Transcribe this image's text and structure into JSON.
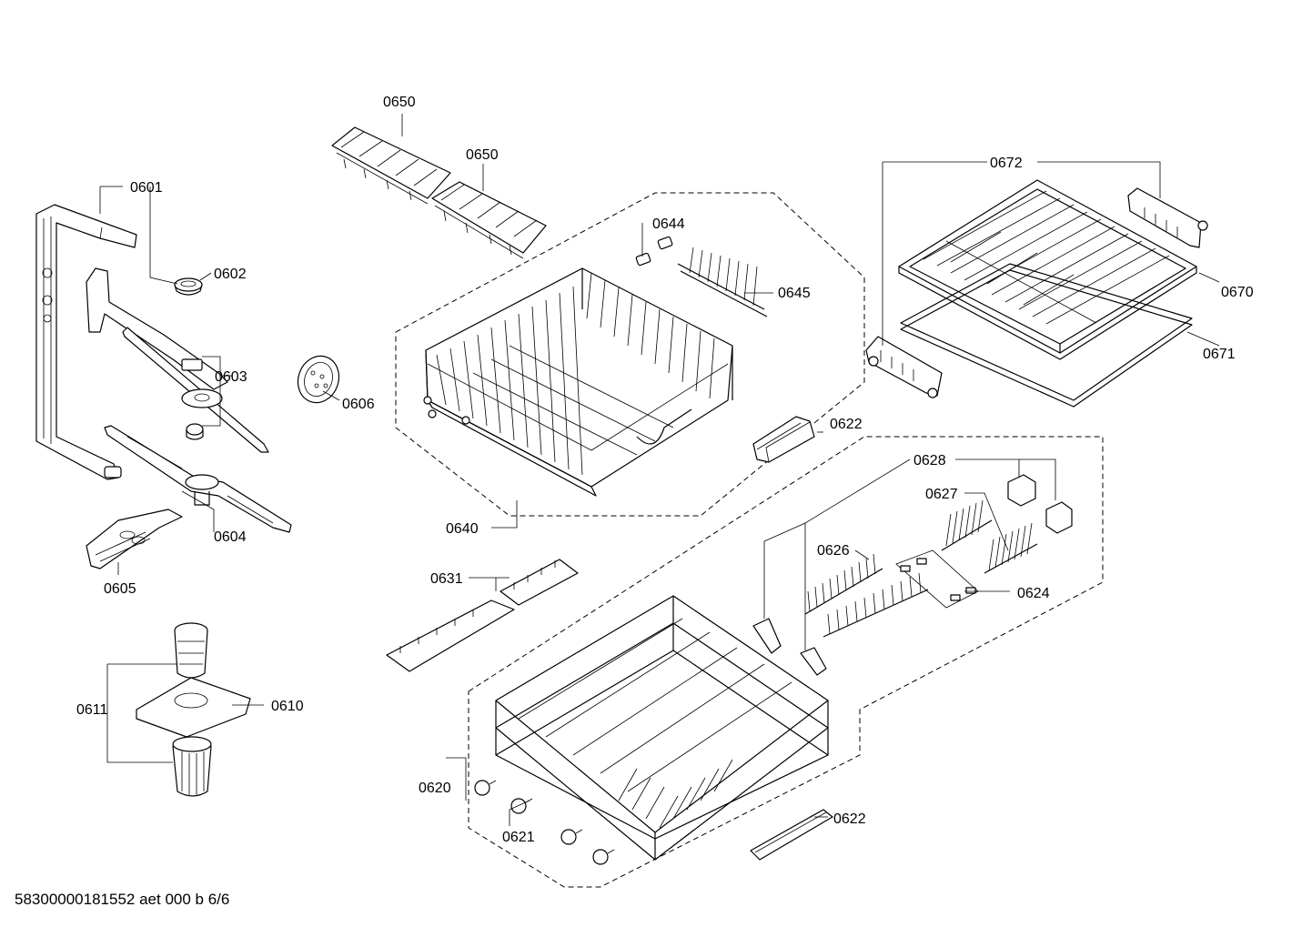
{
  "labels": {
    "l0601": "0601",
    "l0602": "0602",
    "l0603": "0603",
    "l0604": "0604",
    "l0605": "0605",
    "l0606": "0606",
    "l0610": "0610",
    "l0611": "0611",
    "l0620": "0620",
    "l0621": "0621",
    "l0622a": "0622",
    "l0622b": "0622",
    "l0624": "0624",
    "l0626": "0626",
    "l0627": "0627",
    "l0628": "0628",
    "l0631": "0631",
    "l0640": "0640",
    "l0644": "0644",
    "l0645": "0645",
    "l0650a": "0650",
    "l0650b": "0650",
    "l0670": "0670",
    "l0671": "0671",
    "l0672": "0672"
  },
  "footer": {
    "document_id": "58300000181552 aet 000 b 6/6"
  }
}
